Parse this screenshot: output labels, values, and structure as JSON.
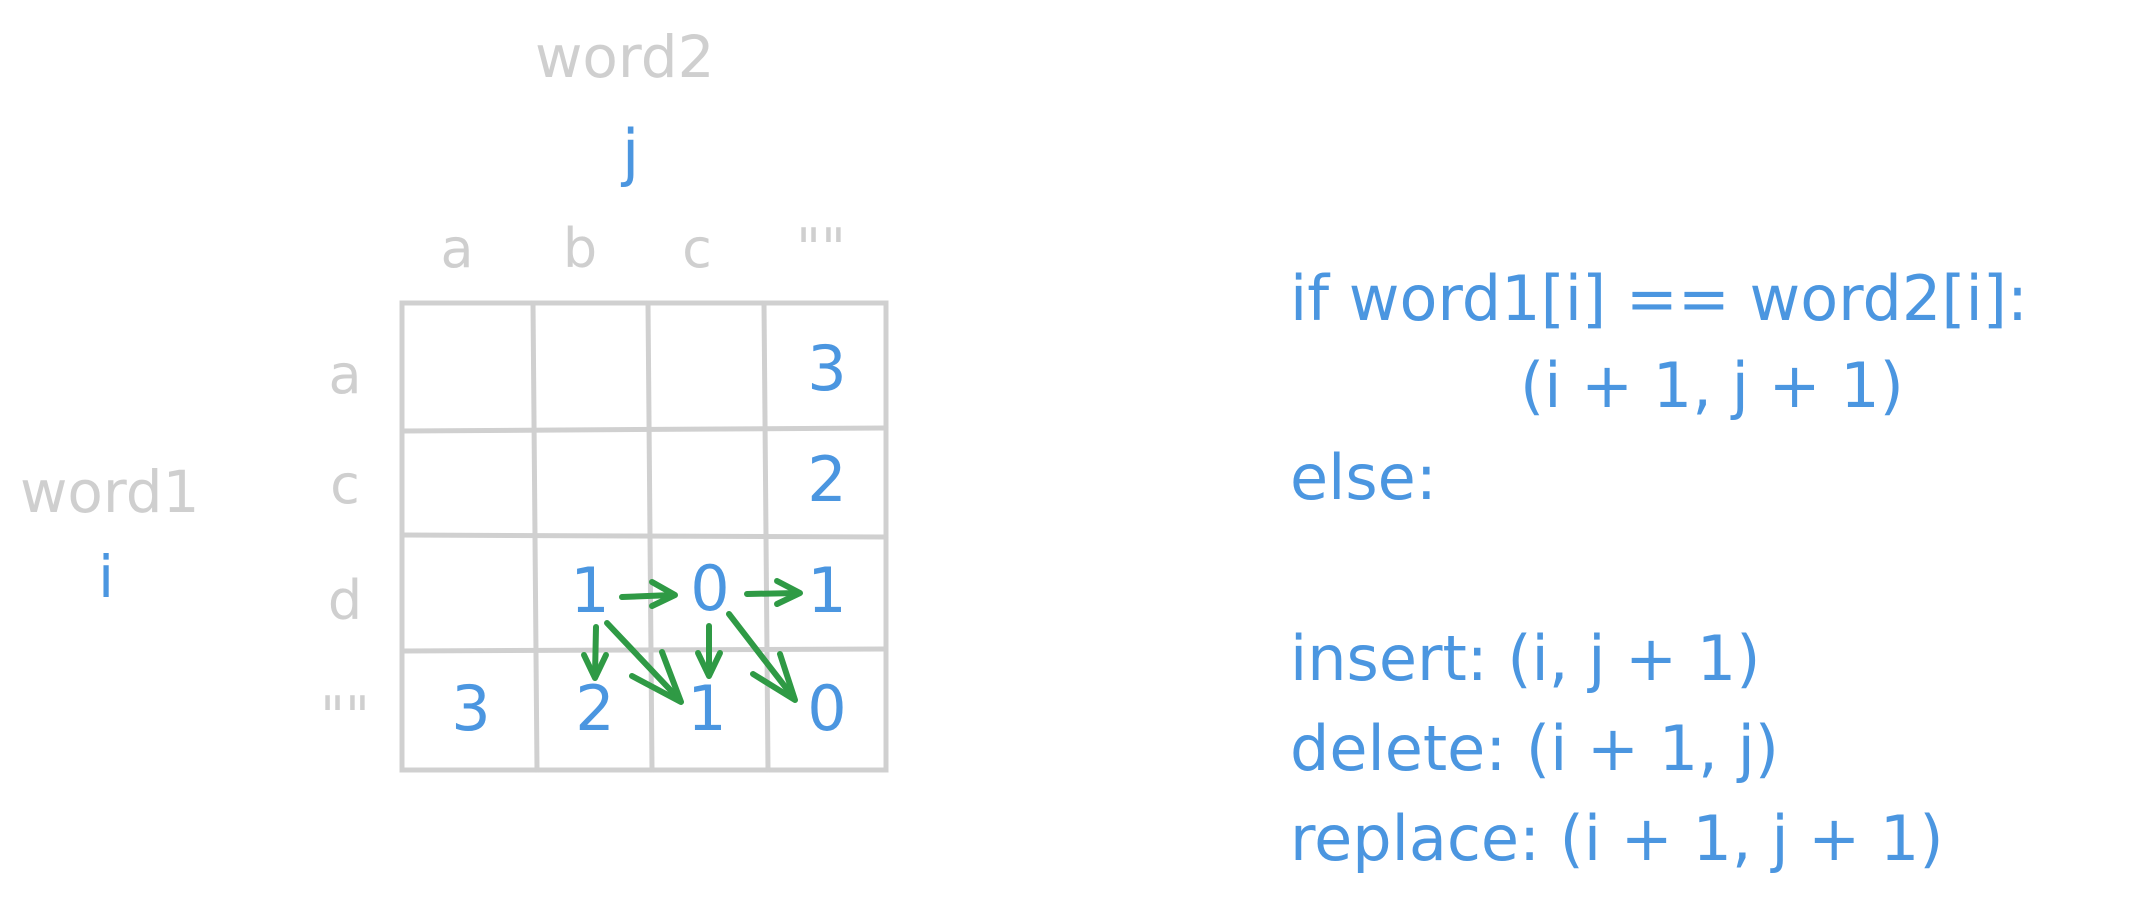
{
  "word2_label": "word2",
  "word1_label": "word1",
  "j_label": "j",
  "i_label": "i",
  "columns": [
    "a",
    "b",
    "c",
    "\"\""
  ],
  "rows": [
    "a",
    "c",
    "d",
    "\"\""
  ],
  "cells": {
    "r0c3": "3",
    "r1c3": "2",
    "r2c1": "1",
    "r2c2": "0",
    "r2c3": "1",
    "r3c0": "3",
    "r3c1": "2",
    "r3c2": "1",
    "r3c3": "0"
  },
  "code": {
    "line1": "if word1[i] == word2[i]:",
    "line2": "(i + 1, j + 1)",
    "line3": "else:",
    "line4": "insert: (i, j + 1)",
    "line5": "delete: (i + 1, j)",
    "line6": "replace: (i + 1, j + 1)"
  },
  "colors": {
    "grid": "#d0d0d0",
    "label_gray": "#cfcfcf",
    "value_blue": "#4b96e0",
    "arrow_green": "#2f9a45"
  }
}
